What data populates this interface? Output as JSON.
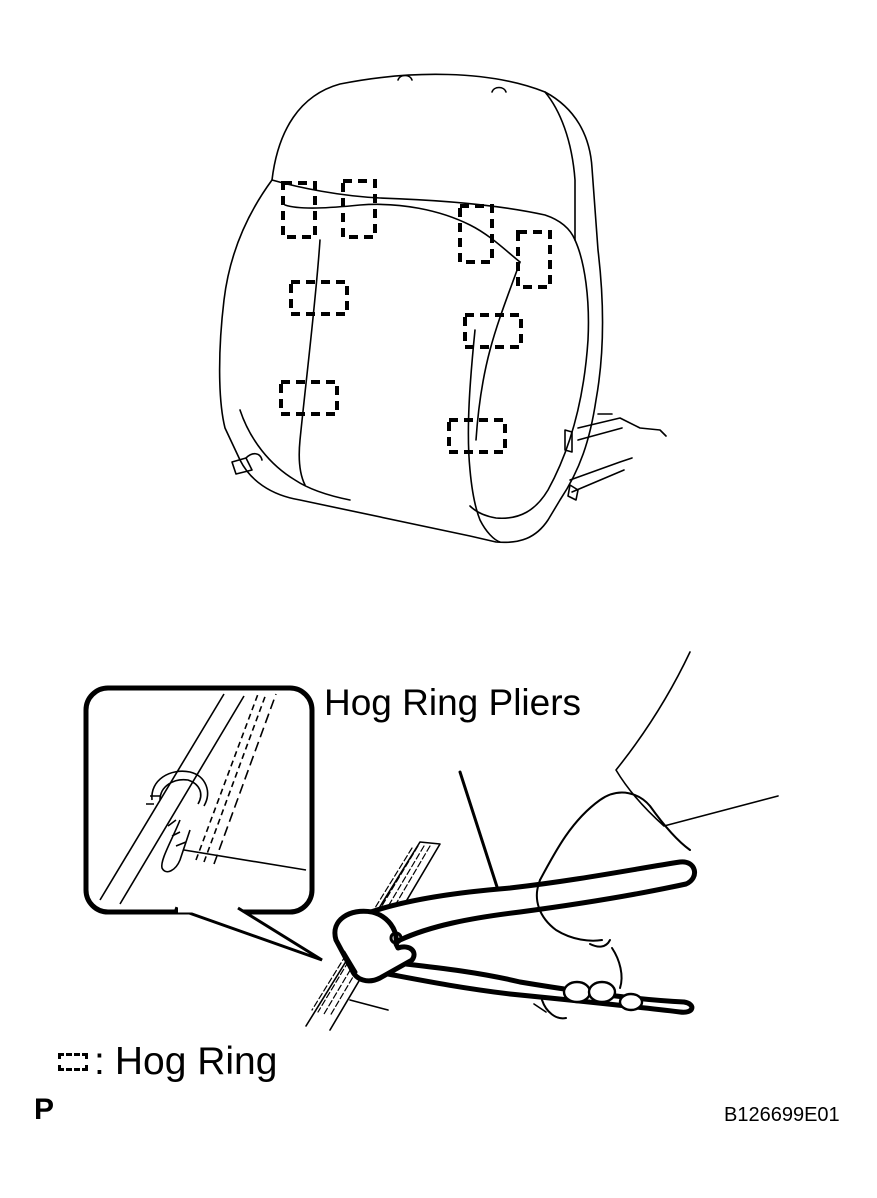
{
  "labels": {
    "pliers": "Hog Ring Pliers",
    "legend_separator": ":",
    "legend_text": "Hog Ring",
    "page_letter": "P",
    "figure_id": "B126699E01"
  },
  "icons": {
    "legend_symbol": "dashed-rectangle-icon"
  }
}
